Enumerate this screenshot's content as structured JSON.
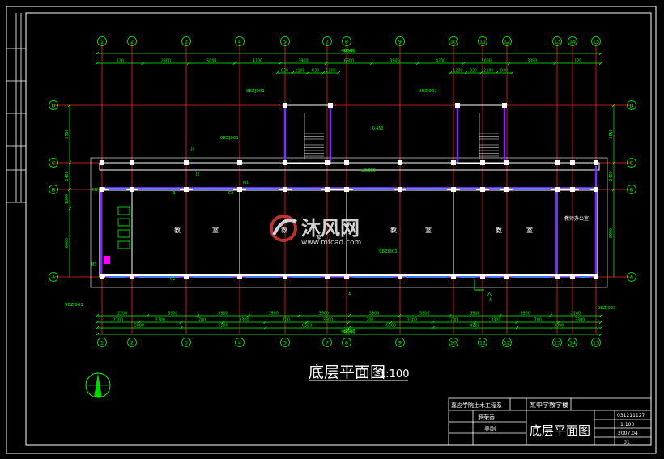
{
  "drawing": {
    "title": "底层平面图",
    "scale": "1:100",
    "overall_dimension": "46500",
    "axis_top": [
      "1",
      "2",
      "3",
      "4",
      "5",
      "7",
      "8",
      "9",
      "10",
      "11",
      "12",
      "13",
      "14",
      "15"
    ],
    "axis_left": [
      "D",
      "C",
      "B",
      "A"
    ],
    "axis_right": [
      "D",
      "C",
      "B",
      "A"
    ],
    "top_dims_row1": [
      "120",
      "2900",
      "5000",
      "4100",
      "3900",
      "6500",
      "3900",
      "4200",
      "5000",
      "3390",
      "120"
    ],
    "top_dims_row2": [
      "830",
      "2100",
      "830",
      "1200",
      "830",
      "2100",
      "830"
    ],
    "bottom_dims_row1": [
      "2100",
      "3900",
      "3900",
      "3900",
      "3900",
      "3900",
      "3900",
      "3900",
      "3900",
      "2100"
    ],
    "bottom_dims_row2": [
      "2700",
      "3300",
      "700",
      "3300",
      "700",
      "3300",
      "700",
      "3300",
      "700",
      "3300",
      "700",
      "3300"
    ],
    "bottom_dims_row3": [
      "5000",
      "6500",
      "6500",
      "6500",
      "4200",
      "3390"
    ],
    "left_dims": [
      "2550",
      "2400",
      "1800",
      "6000"
    ],
    "right_dims": [
      "2550",
      "2400",
      "6900"
    ],
    "rooms": [
      "教",
      "室",
      "教",
      "室",
      "教",
      "室",
      "教",
      "室",
      "教师办公室"
    ],
    "refs": [
      "98ZJ901",
      "98ZJ901",
      "98ZJ901",
      "98ZJ901",
      "98ZJ901",
      "98ZJ901"
    ],
    "labels_misc": [
      "-0.450",
      "±0.000",
      "A",
      "A",
      "J1",
      "J2",
      "J3",
      "C1",
      "C2",
      "M1",
      "M2",
      "M3"
    ],
    "section_marker": "A"
  },
  "titleblock": {
    "school": "嘉应学院土木工程系",
    "project": "某中学教学楼",
    "sheet_title": "底层平面图",
    "designer": "罗荣香",
    "checker": "吴刚",
    "number": "031211127",
    "scale": "1:100",
    "date": "2007.04",
    "sheet": "01"
  },
  "watermark": {
    "brand": "沐风网",
    "url": "www.mfcad.com"
  },
  "colors": {
    "background": "#000000",
    "axis": "#ff2020",
    "dims": "#00ff00",
    "walls": "#ffffff",
    "accent": "#7a2bff",
    "frame": "#ffffff"
  }
}
